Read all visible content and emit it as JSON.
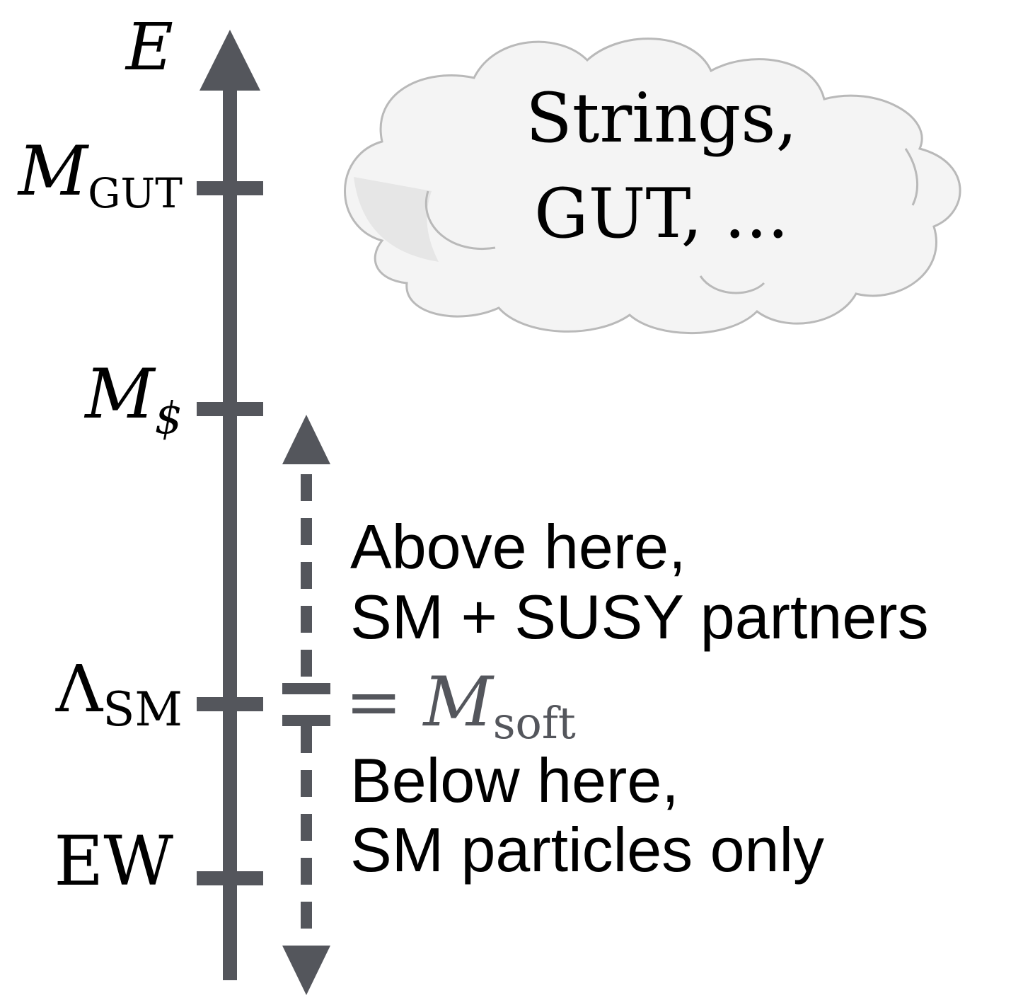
{
  "axis": {
    "label": "E",
    "color": "#54565c"
  },
  "ticks": {
    "gut": {
      "symbol": "M",
      "subscript": "GUT"
    },
    "susy": {
      "symbol": "M",
      "subscript": "$"
    },
    "sm": {
      "symbol": "Λ",
      "subscript": "SM"
    },
    "ew": {
      "label": "EW"
    }
  },
  "cloud": {
    "line1": "Strings,",
    "line2": "GUT, ...",
    "fill": "#f2f2f2",
    "stroke": "#b4b4b4"
  },
  "msoft": {
    "equals": "=",
    "symbol": "M",
    "subscript": "soft"
  },
  "above": {
    "line1": "Above here,",
    "line2": "SM + SUSY partners"
  },
  "below": {
    "line1": "Below here,",
    "line2": "SM particles only"
  }
}
